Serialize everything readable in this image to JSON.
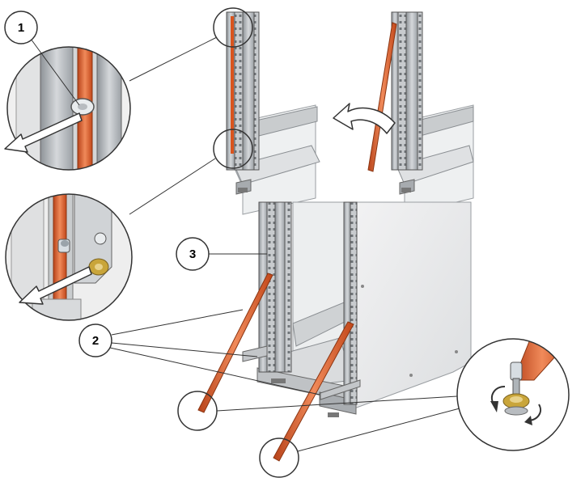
{
  "figure": {
    "callouts": [
      {
        "id": "1",
        "label": "1"
      },
      {
        "id": "2",
        "label": "2"
      },
      {
        "id": "3",
        "label": "3"
      }
    ],
    "colors": {
      "bracket_orange": "#d9541e",
      "bracket_orange_light": "#f08a5a",
      "rack_gray": "#b8bcc0",
      "panel_gray": "#e6e7e8",
      "outline": "#4a4a4a",
      "brass_nut": "#c9a53a"
    },
    "icons": [
      "pull-arrow-icon",
      "rotate-arrow-icon",
      "turn-arrow-icon"
    ]
  }
}
